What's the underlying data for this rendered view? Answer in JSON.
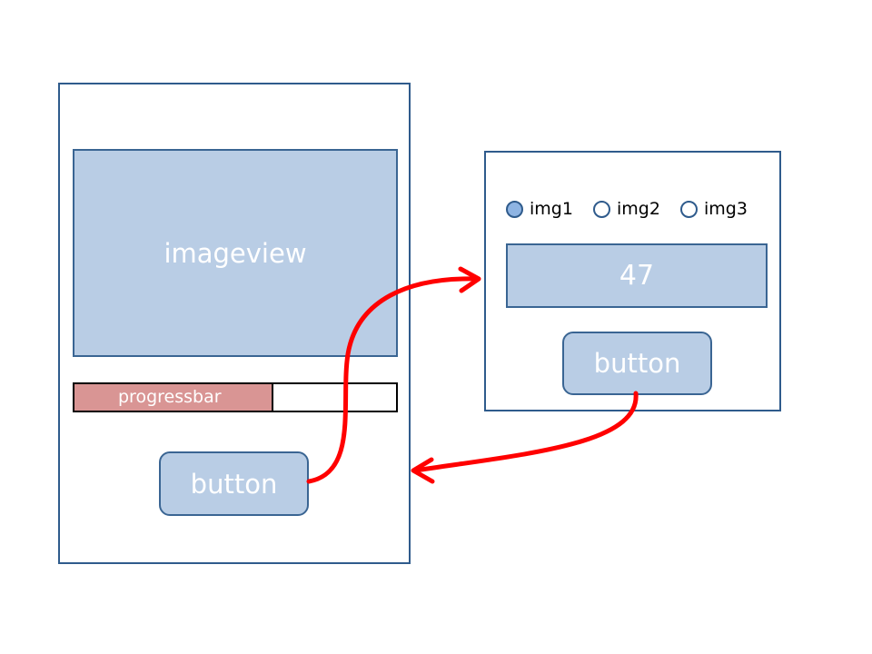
{
  "main_screen": {
    "imageview_label": "imageview",
    "progressbar": {
      "label": "progressbar",
      "progress_fraction": 0.62,
      "fill_color": "#d99594"
    },
    "button_label": "button"
  },
  "dialog_screen": {
    "radios": [
      {
        "label": "img1",
        "checked": true
      },
      {
        "label": "img2",
        "checked": false
      },
      {
        "label": "img3",
        "checked": false
      }
    ],
    "value_display": "47",
    "button_label": "button"
  },
  "colors": {
    "frame_border": "#2f5b8c",
    "box_fill": "#b9cde5",
    "arrow": "#ff0000"
  }
}
